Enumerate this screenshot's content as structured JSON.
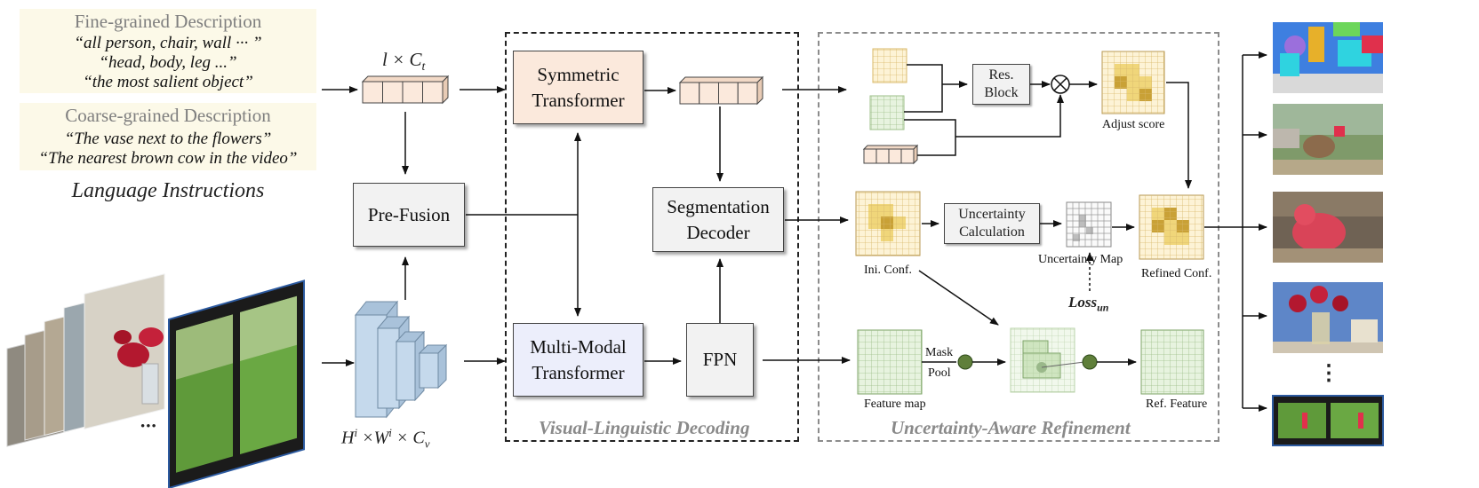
{
  "fine": {
    "title": "Fine-grained Description",
    "q1": "“all person, chair, wall ··· ”",
    "q2": "“head, body, leg ...”",
    "q3": "“the most salient object”"
  },
  "coarse": {
    "title": "Coarse-grained Description",
    "q1": "“The vase next to the flowers”",
    "q2": "“The nearest brown cow in the video”"
  },
  "language_instructions": "Language Instructions",
  "text_dim": "l × C",
  "text_dim_sub": "t",
  "visual_dim": "H",
  "visual_dim_i1": "i",
  "visual_dim_mid": " ×W",
  "visual_dim_i2": "i",
  "visual_dim_end": " × C",
  "visual_dim_sub": "v",
  "frames_ellipsis": "•••",
  "modules": {
    "pre_fusion": "Pre-Fusion",
    "sym_line1": "Symmetric",
    "sym_line2": "Transformer",
    "mm_line1": "Multi-Modal",
    "mm_line2": "Transformer",
    "seg_line1": "Segmentation",
    "seg_line2": "Decoder",
    "fpn": "FPN",
    "res_line1": "Res.",
    "res_line2": "Block",
    "unc_line1": "Uncertainty",
    "unc_line2": "Calculation"
  },
  "labels": {
    "adjust_score": "Adjust score",
    "ini_conf": "Ini. Conf.",
    "uncertainty_map": "Uncertainty Map",
    "refined_conf": "Refined Conf.",
    "loss": "Loss",
    "loss_sub": "un",
    "mask": "Mask",
    "pool": "Pool",
    "feature_map": "Feature map",
    "ref_feature": "Ref. Feature",
    "outputs_ellipsis": "⋮"
  },
  "sections": {
    "vld": "Visual-Linguistic Decoding",
    "uar": "Uncertainty-Aware Refinement"
  },
  "colors": {
    "description_bg": "#fcf9e8",
    "sym_fill": "#fbe9dc",
    "mm_fill": "#eceefb",
    "grey_fill": "#f2f2f2",
    "yellow_grid": "#fdf3d6",
    "yellow_mid": "#f0d67a",
    "yellow_dark": "#c9a136",
    "green_grid": "#e7f3df",
    "backbone": "#c5d9ec"
  }
}
